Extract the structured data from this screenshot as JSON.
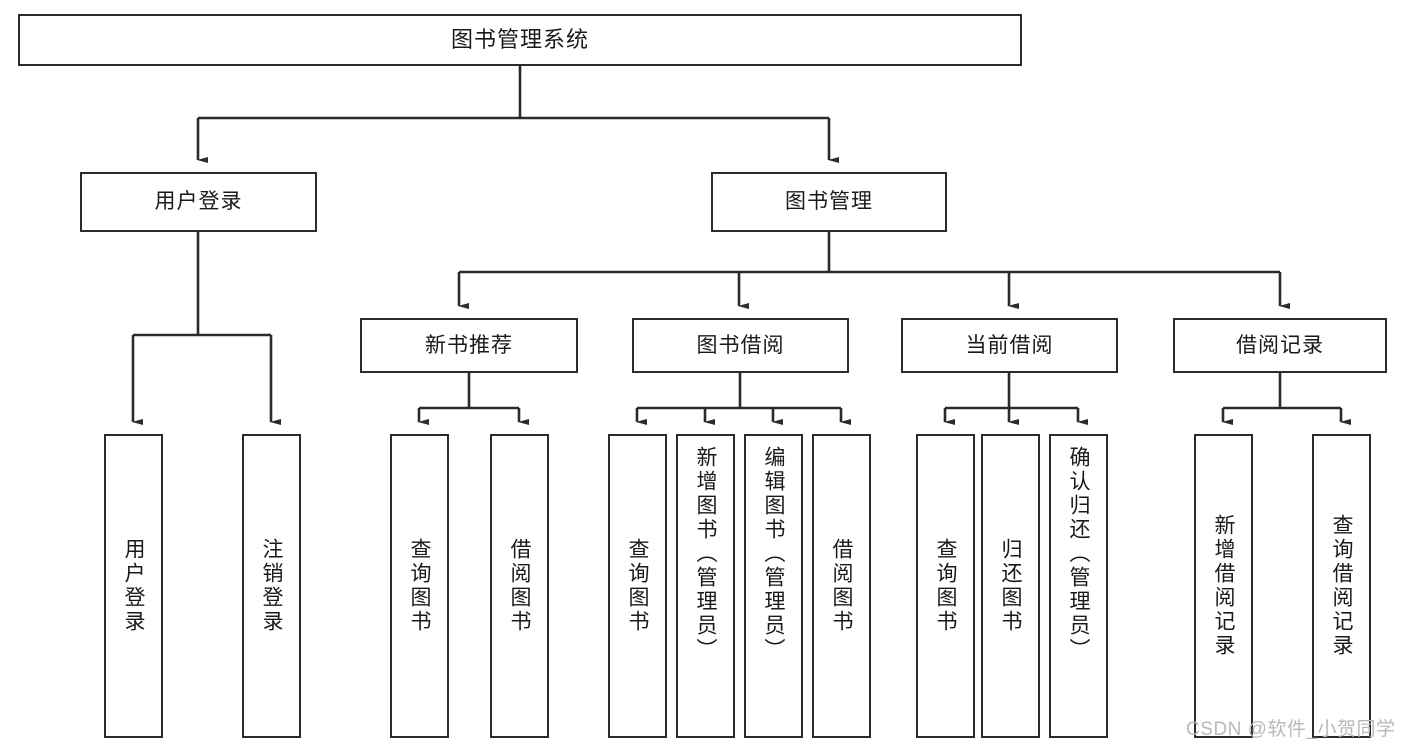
{
  "diagram": {
    "title": "图书管理系统",
    "type": "tree",
    "colors": {
      "stroke": "#2b2b2b",
      "fill": "#ffffff",
      "text": "#1a1a1a",
      "watermark": "#b9b9b9"
    },
    "root": {
      "label": "图书管理系统"
    },
    "level2": [
      {
        "label": "用户登录"
      },
      {
        "label": "图书管理"
      }
    ],
    "level3": [
      {
        "label": "新书推荐"
      },
      {
        "label": "图书借阅"
      },
      {
        "label": "当前借阅"
      },
      {
        "label": "借阅记录"
      }
    ],
    "leaves": {
      "user_login": [
        {
          "label": "用户登录"
        },
        {
          "label": "注销登录"
        }
      ],
      "new_book": [
        {
          "label": "查询图书"
        },
        {
          "label": "借阅图书"
        }
      ],
      "book_borrow": [
        {
          "label": "查询图书"
        },
        {
          "label": "新增图书（管理员）"
        },
        {
          "label": "编辑图书（管理员）"
        },
        {
          "label": "借阅图书"
        }
      ],
      "current_borrow": [
        {
          "label": "查询图书"
        },
        {
          "label": "归还图书"
        },
        {
          "label": "确认归还（管理员）"
        }
      ],
      "borrow_record": [
        {
          "label": "新增借阅记录"
        },
        {
          "label": "查询借阅记录"
        }
      ]
    },
    "watermark": "CSDN @软件_小贺同学"
  }
}
